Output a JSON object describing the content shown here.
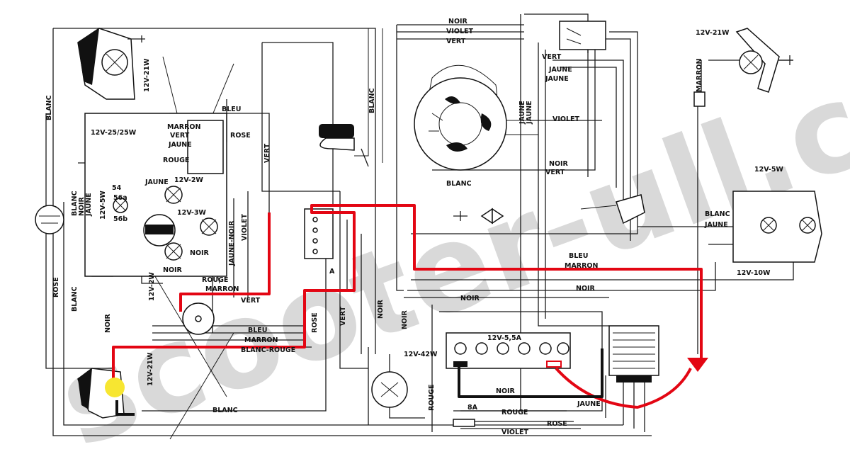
{
  "watermark": "scooter-ull.com",
  "marker_a": "A",
  "components": {
    "headlamp_rating": "12V-25/25W",
    "rear_top_rating": "12V-21W",
    "rear_right_rating": "12V-21W",
    "front_left_bottom_rating": "12V-21W",
    "bulb_2w_a": "12V-2W",
    "bulb_2w_b": "12V-2W",
    "bulb_3w": "12V-3W",
    "bulb_5w_left": "12V-5W",
    "tail_5w": "12V-5W",
    "tail_10w": "12V-10W",
    "horn_rating": "12V-42W",
    "battery_rating": "12V-5,5A",
    "fuse_rating": "8A"
  },
  "labels": {
    "noir": "NOIR",
    "violet": "VIOLET",
    "vert": "VERT",
    "jaune": "JAUNE",
    "blanc": "BLANC",
    "bleu": "BLEU",
    "marron": "MARRON",
    "rose": "ROSE",
    "rouge": "ROUGE",
    "blanc_rouge": "BLANC-ROUGE",
    "jaune_noir": "JAUNE-NOIR",
    "x54": "54",
    "x56a": "56a",
    "x56b": "56b"
  }
}
